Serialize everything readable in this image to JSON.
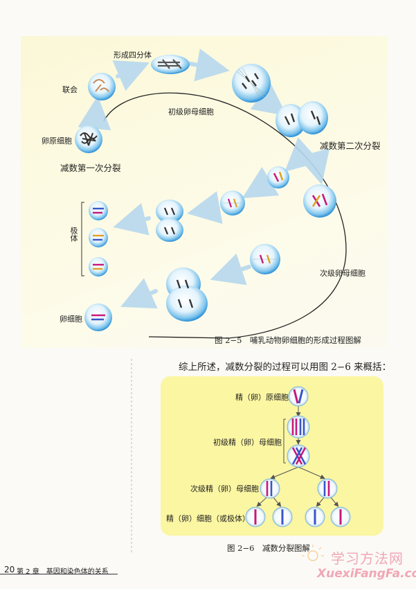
{
  "fig25": {
    "stages": {
      "oogonium": "卵原细胞",
      "synapsis": "联会",
      "tetrad": "形成四分体",
      "primary_oocyte": "初级卵母细胞",
      "meiosis_1": "减数第一次分裂",
      "meiosis_2": "减数第二次分裂",
      "secondary_oocyte": "次级卵母细胞",
      "polar_body": "极体",
      "egg": "卵细胞"
    },
    "caption": "图 2−5　哺乳动物卵细胞的形成过程图解"
  },
  "summary_text": "综上所述，减数分裂的过程可以用图 2−6 来概括：",
  "fig26": {
    "labels": {
      "primordial": "精（卵）原细胞",
      "primary": "初级精（卵）母细胞",
      "secondary": "次级精（卵）母细胞",
      "gamete": "精（卵）细胞（或极体）"
    },
    "caption": "图 2−6　减数分裂图解"
  },
  "footer": {
    "page_number": "20",
    "chapter": "第 2 章　基因和染色体的关系"
  },
  "watermark": {
    "cn": "学习方法网",
    "en": "XuexiFangFa.com"
  },
  "colors": {
    "cell_blue": "#2a8fd6",
    "cell_light": "#dff1fb",
    "chrom_magenta": "#c8187a",
    "chrom_blue": "#3a55c8",
    "panel2_yellow": "#fbf6a2"
  }
}
